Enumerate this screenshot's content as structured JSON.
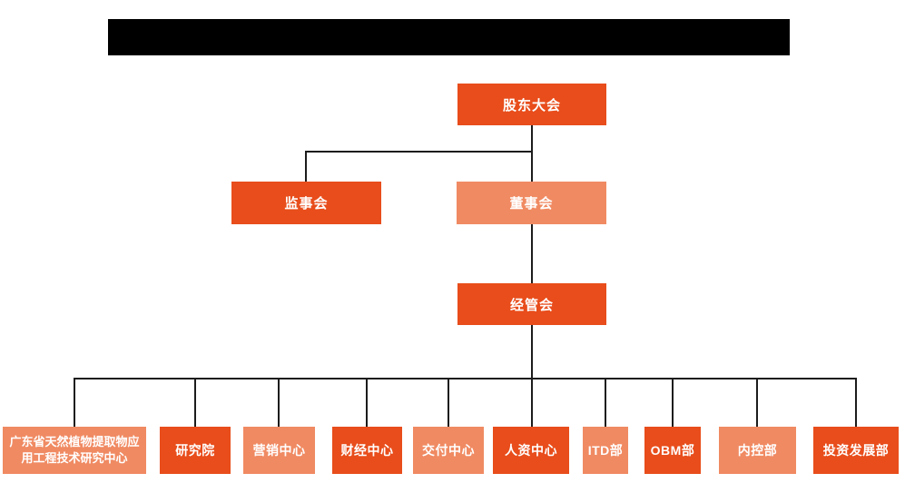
{
  "colors": {
    "primary_orange": "#e84d1b",
    "light_orange": "#f08a62",
    "connector_line": "#1c1c1c",
    "redacted_bar": "#000000",
    "node_text": "#ffffff"
  },
  "org_chart": {
    "type": "org-chart",
    "root": {
      "label": "股东大会",
      "variant": "dark"
    },
    "level2": [
      {
        "label": "监事会",
        "variant": "dark"
      },
      {
        "label": "董事会",
        "variant": "light"
      }
    ],
    "level3": {
      "label": "经管会",
      "variant": "dark"
    },
    "departments": [
      {
        "label": "广东省天然植物提取物应用工程技术研究中心",
        "variant": "light"
      },
      {
        "label": "研究院",
        "variant": "dark"
      },
      {
        "label": "营销中心",
        "variant": "light"
      },
      {
        "label": "财经中心",
        "variant": "dark"
      },
      {
        "label": "交付中心",
        "variant": "light"
      },
      {
        "label": "人资中心",
        "variant": "dark"
      },
      {
        "label": "ITD部",
        "variant": "light"
      },
      {
        "label": "OBM部",
        "variant": "dark"
      },
      {
        "label": "内控部",
        "variant": "light"
      },
      {
        "label": "投资发展部",
        "variant": "dark"
      }
    ]
  }
}
